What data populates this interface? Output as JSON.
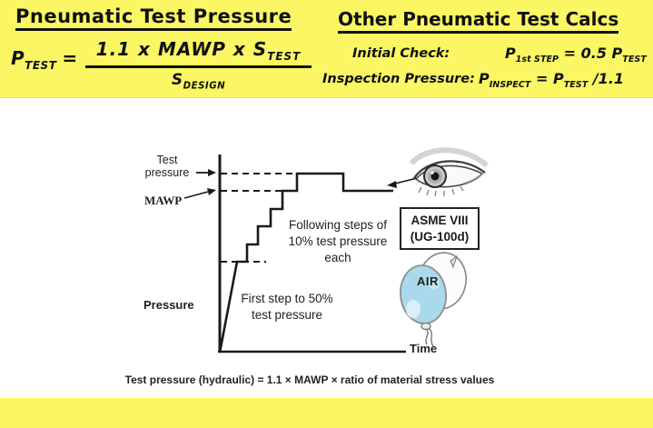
{
  "colors": {
    "band_yellow": "#fbf764",
    "balloon_blue": "#a9d9ea",
    "line_black": "#1a1a1a"
  },
  "header": {
    "left_title": "Pneumatic Test Pressure",
    "right_title": "Other Pneumatic Test Calcs",
    "main_formula": {
      "lhs_base": "P",
      "lhs_sub": "TEST",
      "equals": "=",
      "numerator": "1.1 x MAWP x S",
      "numerator_sub": "TEST",
      "denominator": "S",
      "denominator_sub": "DESIGN"
    },
    "initial_check": {
      "label": "Initial Check:",
      "lhs_base": "P",
      "lhs_sub": "1st STEP",
      "rhs_pre": " = 0.5 P",
      "rhs_sub": "TEST"
    },
    "inspection": {
      "label": "Inspection Pressure:",
      "lhs_base": "P",
      "lhs_sub": "INSPECT",
      "mid": " = P",
      "mid_sub": "TEST",
      "tail": " /1.1"
    }
  },
  "diagram": {
    "y_axis_label": "Pressure",
    "x_axis_label": "Time",
    "test_pressure_label": "Test\npressure",
    "mawp_label": "MAWP",
    "following_steps_note": "Following steps of\n10% test pressure\neach",
    "first_step_note": "First step to 50%\ntest pressure",
    "asme_ref": "ASME VIII\n(UG-100d)",
    "balloon_label": "AIR"
  },
  "caption": "Test pressure (hydraulic) = 1.1 × MAWP × ratio of material stress values"
}
